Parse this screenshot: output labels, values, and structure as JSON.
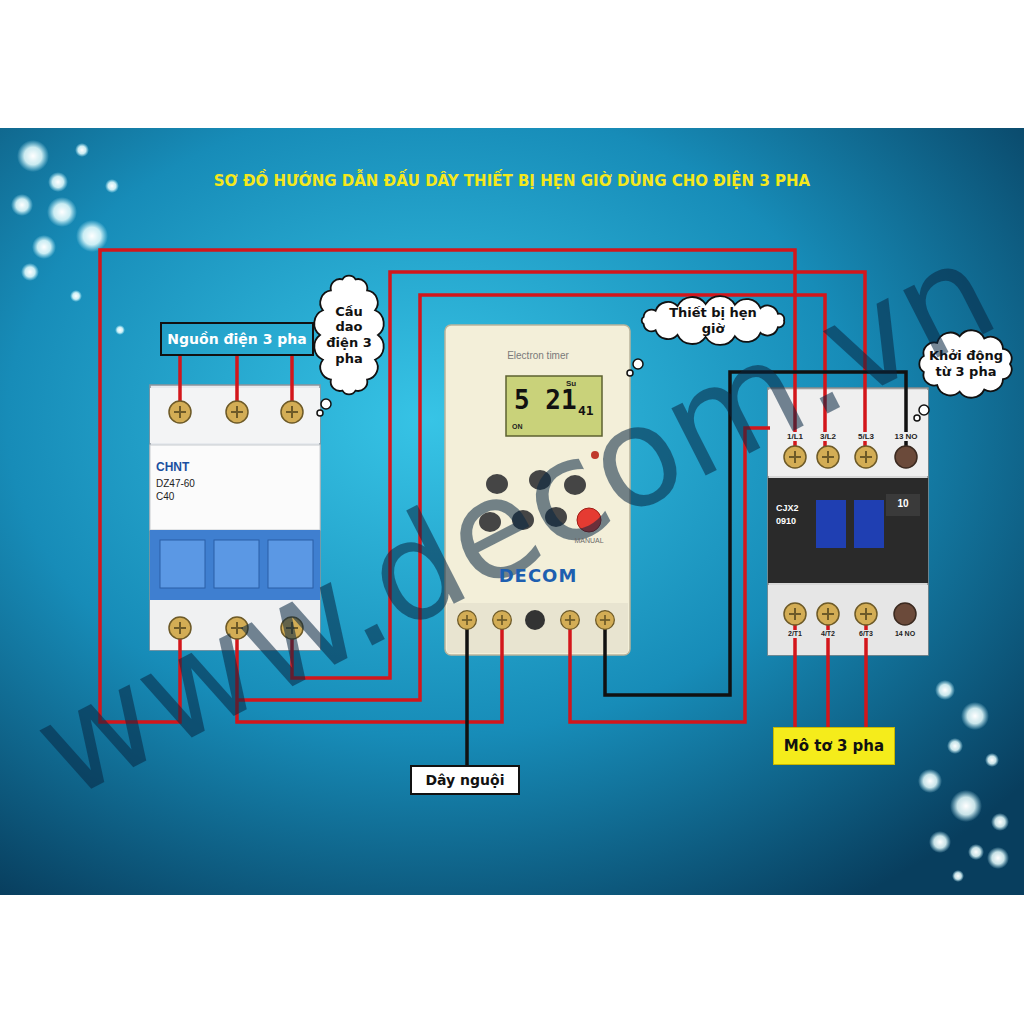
{
  "diagram": {
    "title": "SƠ ĐỒ HƯỚNG DẪN ĐẤU DÂY THIẾT BỊ HẸN GIỜ DÙNG CHO ĐIỆN 3 PHA",
    "nodes": [
      {
        "text": [
          "Nguồn điện 3 pha"
        ]
      },
      {
        "text": [
          "Cầu dao điện 3 pha"
        ]
      },
      {
        "text": [
          "Thiết bị hẹn giờ"
        ]
      },
      {
        "text": [
          "Khởi động từ 3 pha"
        ]
      },
      {
        "text": [
          "Dây nguội"
        ]
      },
      {
        "text": [
          "Mô tơ 3 pha"
        ]
      }
    ],
    "labels": [
      "CHNT",
      "DZ47-60",
      "C40",
      "Electron timer",
      "Su",
      "5 21",
      "41",
      "ON",
      "MANUAL",
      "DECOM",
      "1/L1",
      "3/L2",
      "5/L3",
      "13 NO",
      "CJX2",
      "0910",
      "10",
      "2/T1",
      "4/T2",
      "6/T3",
      "14 NO",
      "www.decom.vn"
    ]
  }
}
